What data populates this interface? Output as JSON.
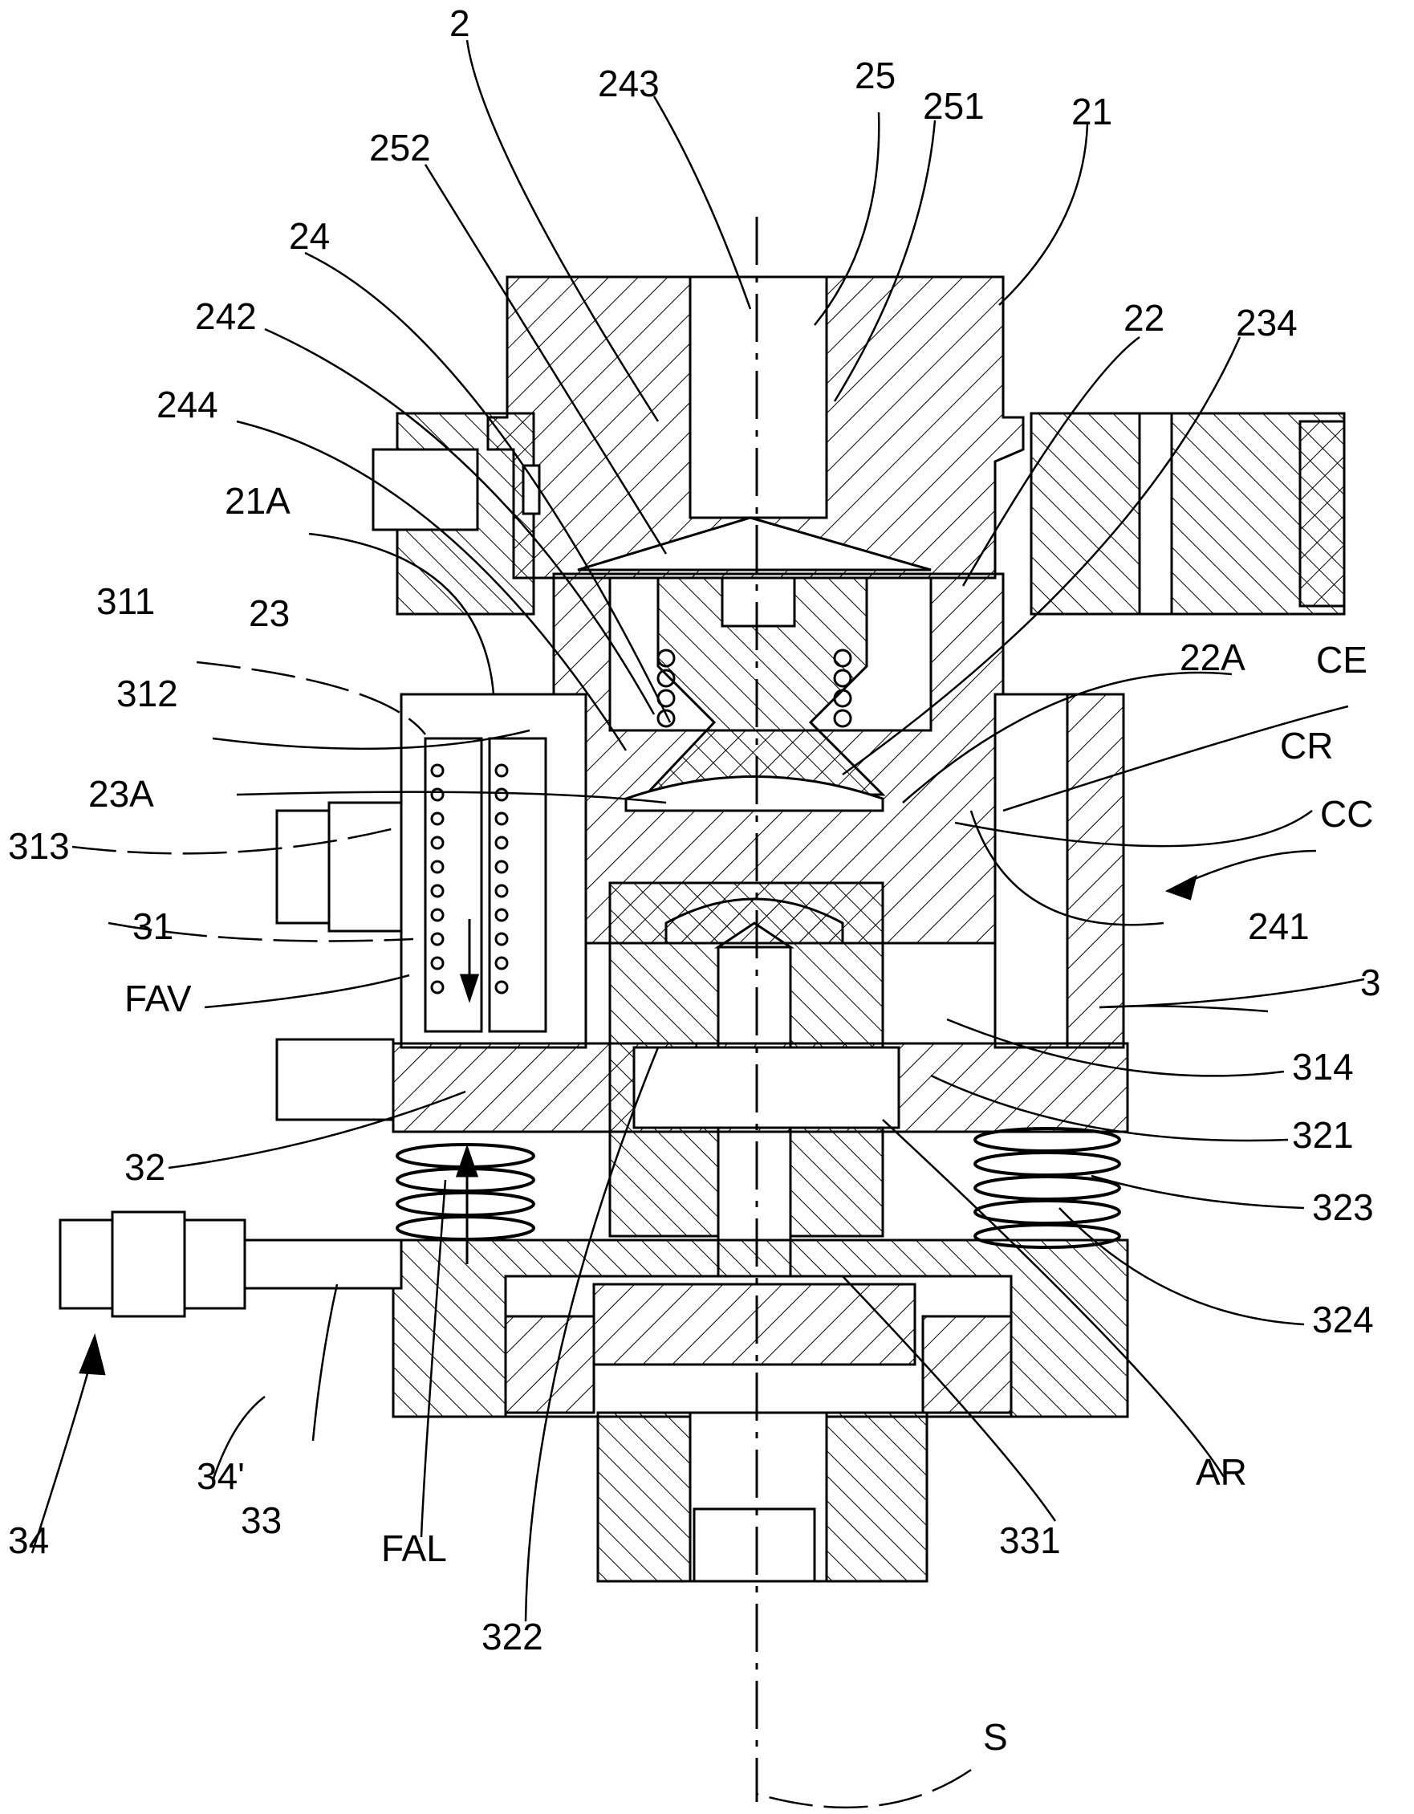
{
  "figure": {
    "labels": {
      "n2": "2",
      "n243": "243",
      "n25": "25",
      "n251": "251",
      "n21": "21",
      "n252": "252",
      "n24": "24",
      "n22": "22",
      "n234": "234",
      "n242": "242",
      "n244": "244",
      "n21A": "21A",
      "n22A": "22A",
      "CE": "CE",
      "n311": "311",
      "n23": "23",
      "CR": "CR",
      "n312": "312",
      "CC": "CC",
      "n23A": "23A",
      "n313": "313",
      "n241": "241",
      "n31": "31",
      "n3": "3",
      "FAV": "FAV",
      "n314": "314",
      "n321": "321",
      "n32": "32",
      "n323": "323",
      "n324": "324",
      "n34": "34",
      "n34p": "34'",
      "n33": "33",
      "FAL": "FAL",
      "AR": "AR",
      "n331": "331",
      "n322": "322",
      "S": "S"
    }
  }
}
